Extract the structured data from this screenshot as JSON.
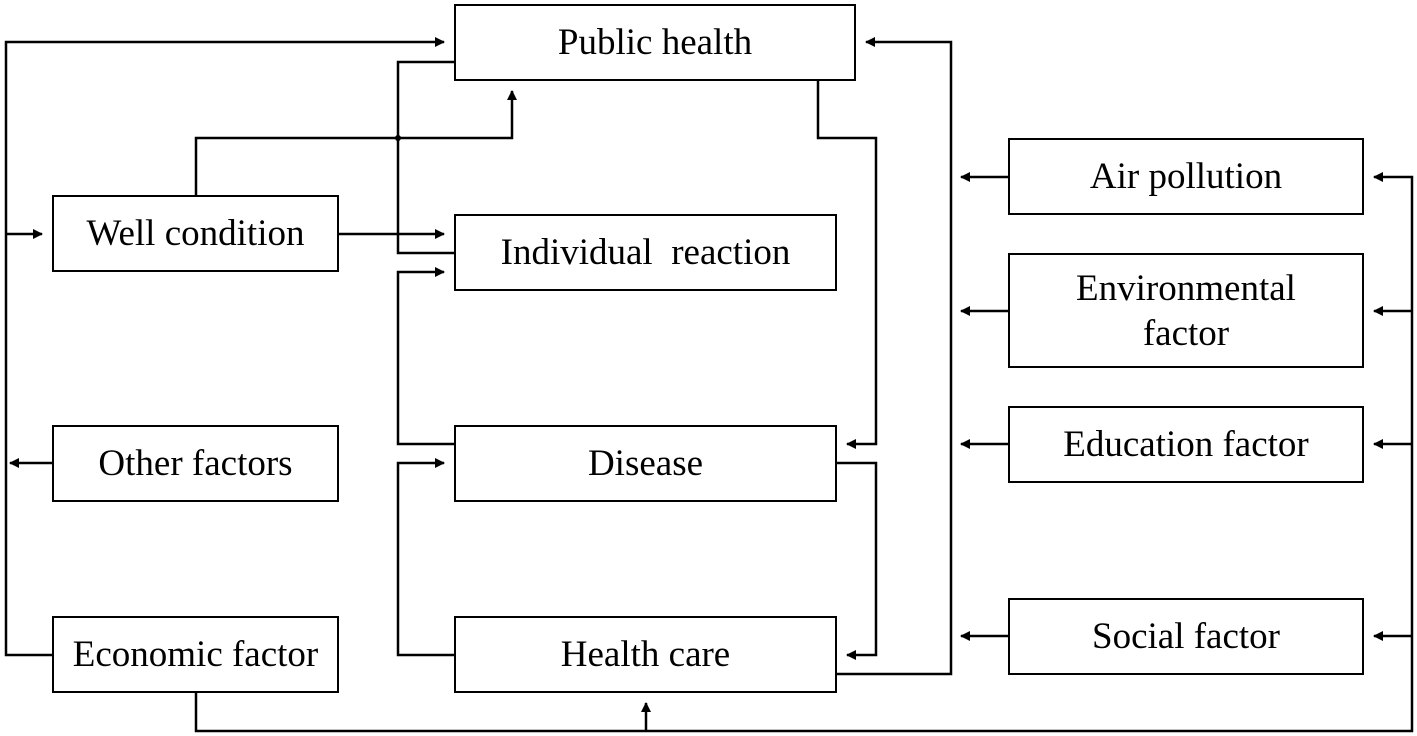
{
  "diagram": {
    "nodes": {
      "public_health": "Public health",
      "individual_reaction": "Individual  reaction",
      "disease": "Disease",
      "health_care": "Health care",
      "well_condition": "Well condition",
      "other_factors": "Other factors",
      "economic_factor": "Economic factor",
      "air_pollution": "Air pollution",
      "environmental_factor_line1": "Environmental",
      "environmental_factor_line2": "factor",
      "education_factor": "Education factor",
      "social_factor": "Social factor"
    },
    "edges": [
      {
        "from": "Well condition",
        "to": "Public health"
      },
      {
        "from": "Well condition",
        "to": "Individual  reaction"
      },
      {
        "from": "Public health",
        "to": "Individual  reaction"
      },
      {
        "from": "Public health",
        "to": "Disease"
      },
      {
        "from": "Disease",
        "to": "Individual  reaction"
      },
      {
        "from": "Disease",
        "to": "Health care"
      },
      {
        "from": "Health care",
        "to": "Disease"
      },
      {
        "from": "Health care",
        "to": "Public health"
      },
      {
        "from": "Air pollution",
        "to": "Public health"
      },
      {
        "from": "Environmental factor",
        "to": "Public health"
      },
      {
        "from": "Education factor",
        "to": "Public health"
      },
      {
        "from": "Social factor",
        "to": "Public health"
      },
      {
        "from": "Economic factor",
        "to": "Public health"
      },
      {
        "from": "Economic factor",
        "to": "Well condition"
      },
      {
        "from": "Other factors",
        "to": "Public health"
      },
      {
        "from": "Economic factor",
        "to": "Health care"
      },
      {
        "from": "Economic factor",
        "to": "Air pollution"
      },
      {
        "from": "Economic factor",
        "to": "Environmental factor"
      },
      {
        "from": "Economic factor",
        "to": "Education factor"
      },
      {
        "from": "Economic factor",
        "to": "Social factor"
      }
    ],
    "colors": {
      "line": "#000000",
      "box_border": "#000000",
      "background": "#ffffff"
    }
  }
}
